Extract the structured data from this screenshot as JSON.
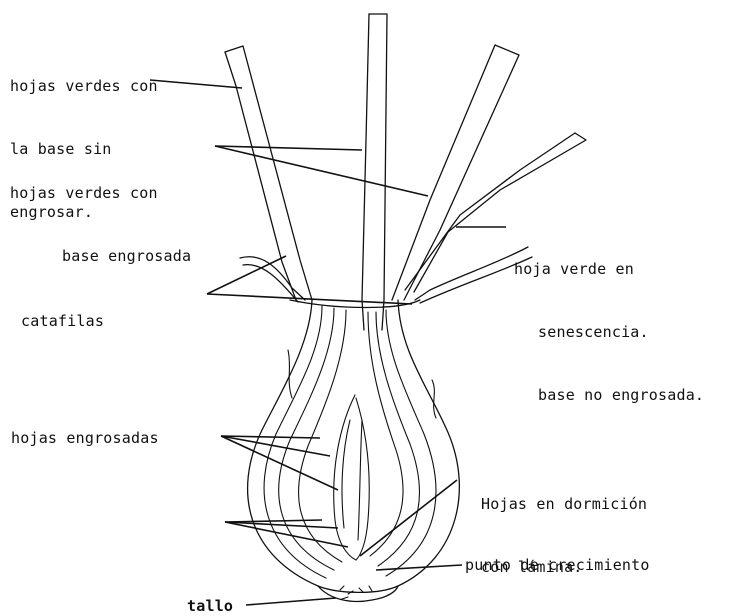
{
  "labels": {
    "hojas_verdes_sin": [
      "hojas verdes con",
      "la base sin",
      "engrosar."
    ],
    "hojas_verdes_engrosada": [
      "hojas verdes con",
      "base engrosada"
    ],
    "hoja_senescencia": [
      "hoja verde en",
      "senescencia.",
      "base no engrosada."
    ],
    "catafilas": "catafilas",
    "hojas_engrosadas": "hojas engrosadas",
    "hojas_dormicion": [
      "Hojas en dormición",
      "con lámina."
    ],
    "punto_crecimiento": "punto de crecimiento",
    "tallo": "tallo"
  }
}
